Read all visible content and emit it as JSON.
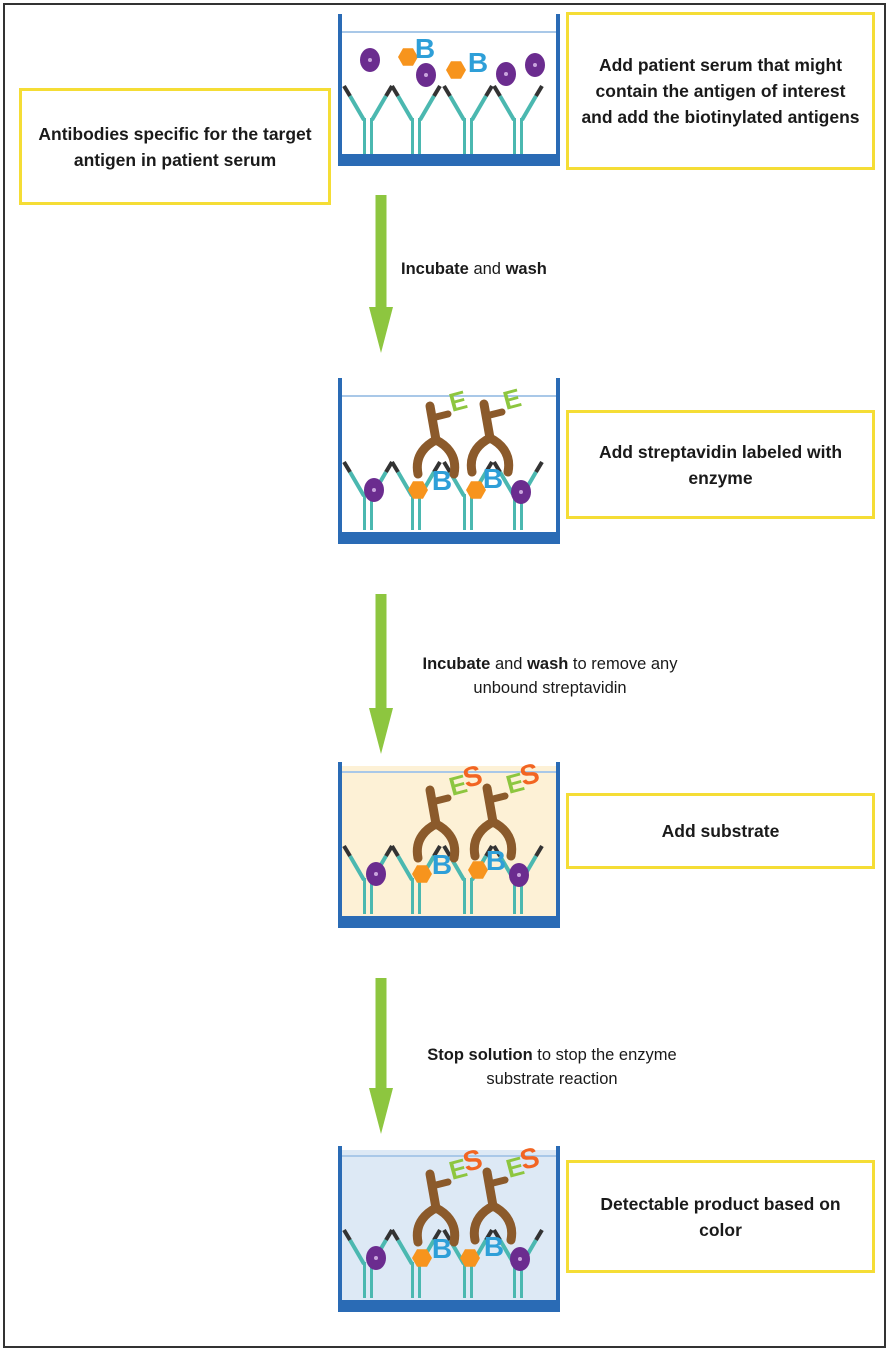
{
  "boxes": {
    "antibodies": "Antibodies specific for the target antigen in patient serum",
    "add_serum": "Add patient serum that might contain the antigen of interest and add the biotinylated antigens",
    "add_streptavidin": "Add streptavidin labeled with enzyme",
    "add_substrate": "Add substrate",
    "detectable": "Detectable product based on color"
  },
  "steps": [
    {
      "bold1": "Incubate",
      "mid": " and ",
      "bold2": "wash",
      "rest": ""
    },
    {
      "bold1": "Incubate",
      "mid": " and ",
      "bold2": "wash",
      "rest": " to remove any unbound streptavidin"
    },
    {
      "bold1": "Stop solution",
      "mid": " to stop the enzyme substrate reaction",
      "bold2": "",
      "rest": ""
    }
  ],
  "glyphs": {
    "biotin": "B",
    "enzyme": "E",
    "substrate": "S"
  },
  "colors": {
    "box_border": "#f5dd35",
    "arrow": "#8dc63f",
    "well_wall": "#2a6bb5",
    "antibody": "#4bb8b0",
    "antigen": "#6b2c8f",
    "biotin_linker": "#f7941d",
    "biotin": "#2e9fd8",
    "streptavidin": "#8b5a2b",
    "enzyme": "#8dc63f",
    "substrate": "#f26522",
    "well_fill_substrate": "#fdf1d6",
    "well_fill_product": "#dde9f5"
  }
}
